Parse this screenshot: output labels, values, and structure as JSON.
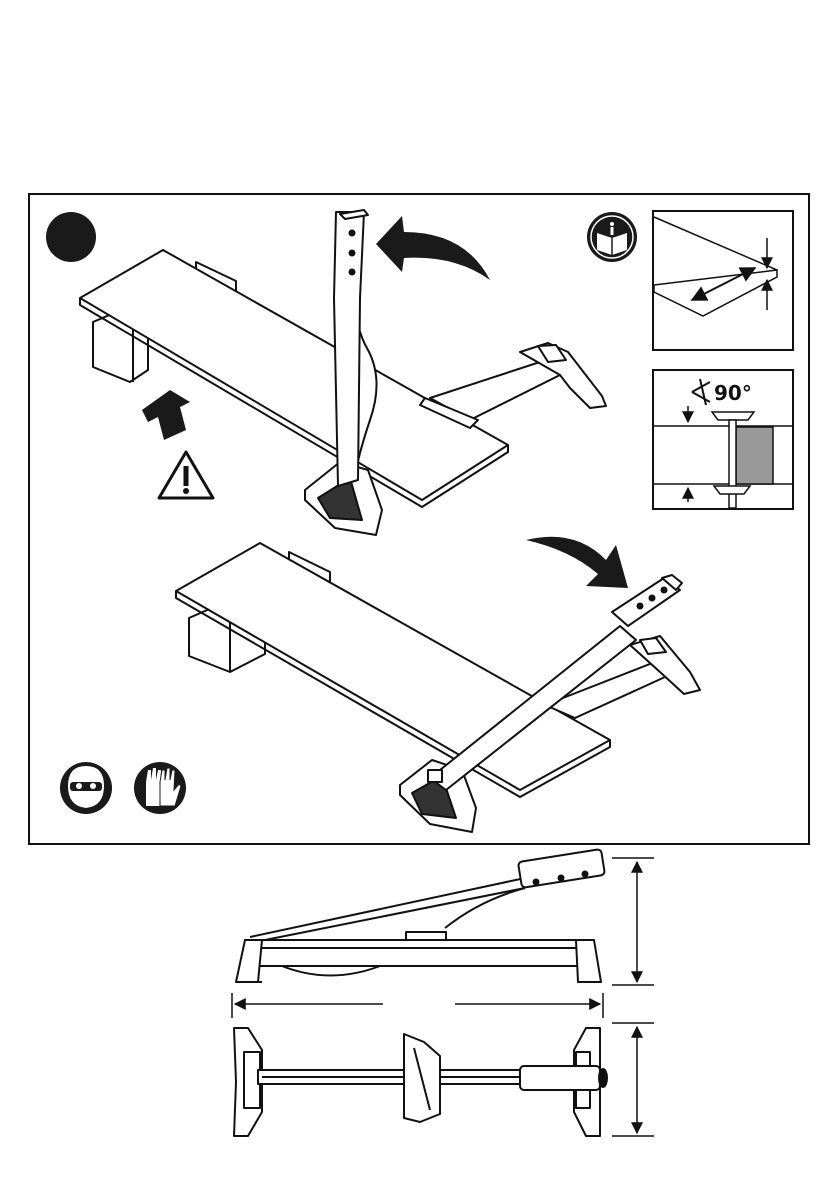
{
  "manual_page": {
    "panel_main": {
      "step_marker": {
        "shape": "filled-circle",
        "color": "#1a1a1a"
      },
      "warning_icon": {
        "name": "warning-triangle-icon"
      },
      "info_icon": {
        "name": "read-manual-icon"
      },
      "safety_icons": [
        "safety-goggles-icon",
        "protective-gloves-icon"
      ],
      "arrows": [
        "lift-handle-arrow",
        "push-board-arrow",
        "lower-handle-arrow"
      ]
    },
    "inset_board": {
      "name": "board-thickness-detail"
    },
    "inset_angle": {
      "label": "90°",
      "fill_color": "#999999"
    },
    "dimension_views": [
      "side-view",
      "top-view"
    ]
  }
}
